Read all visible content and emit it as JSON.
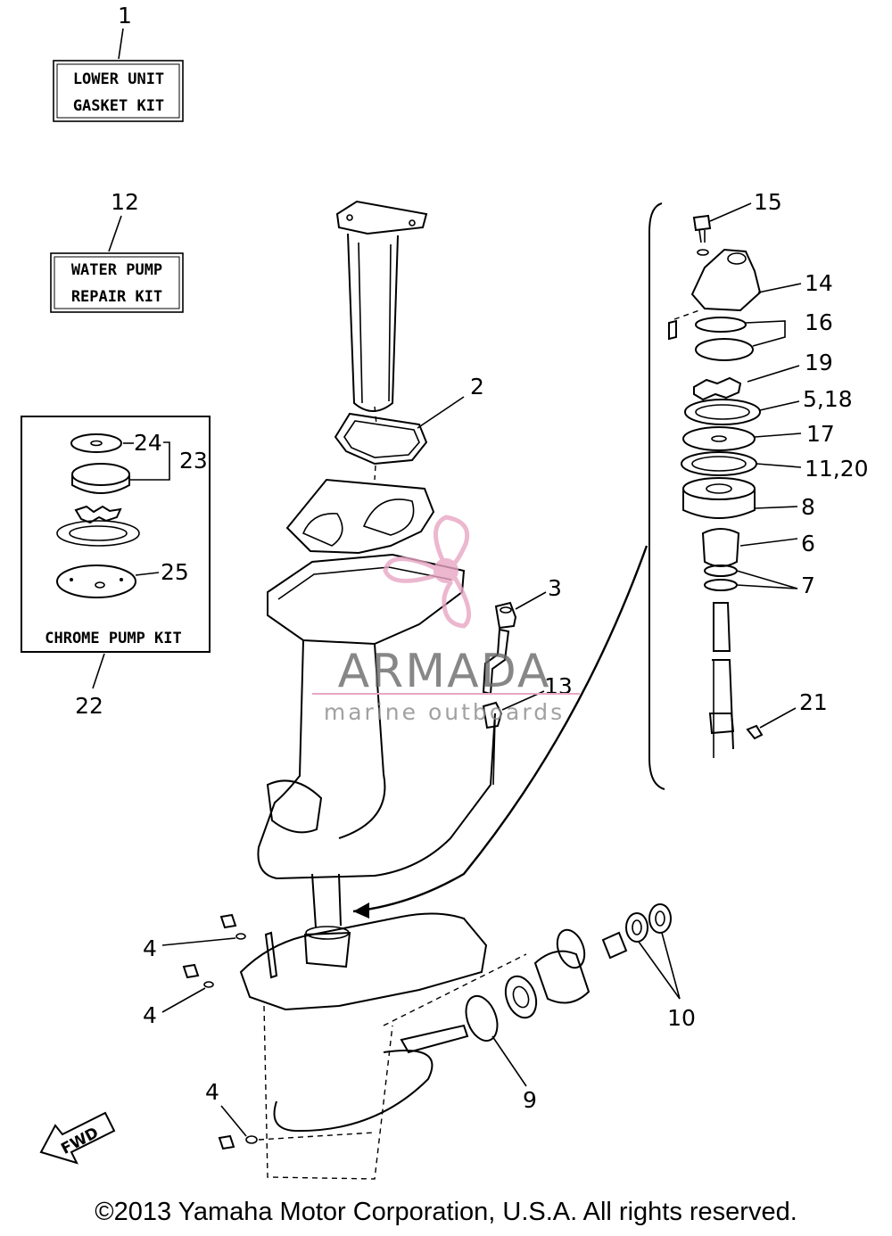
{
  "callouts": {
    "c1": "1",
    "c2": "2",
    "c3": "3",
    "c4a": "4",
    "c4b": "4",
    "c4c": "4",
    "c5_18": "5,18",
    "c6": "6",
    "c7": "7",
    "c8": "8",
    "c9": "9",
    "c10": "10",
    "c11_20": "11,20",
    "c12": "12",
    "c13": "13",
    "c14": "14",
    "c15": "15",
    "c16": "16",
    "c17": "17",
    "c19": "19",
    "c21": "21",
    "c22": "22",
    "c23": "23",
    "c24": "24",
    "c25": "25"
  },
  "kits": {
    "lower_unit_line1": "LOWER UNIT",
    "lower_unit_line2": "GASKET KIT",
    "water_pump_line1": "WATER PUMP",
    "water_pump_line2": "REPAIR KIT",
    "chrome_pump": "CHROME PUMP KIT"
  },
  "fwd_label": "FWD",
  "watermark": {
    "brand": "ARMADA",
    "tagline": "marine outboards",
    "color": "#e8a6c4"
  },
  "copyright": "©2013 Yamaha Motor Corporation, U.S.A. All rights reserved."
}
